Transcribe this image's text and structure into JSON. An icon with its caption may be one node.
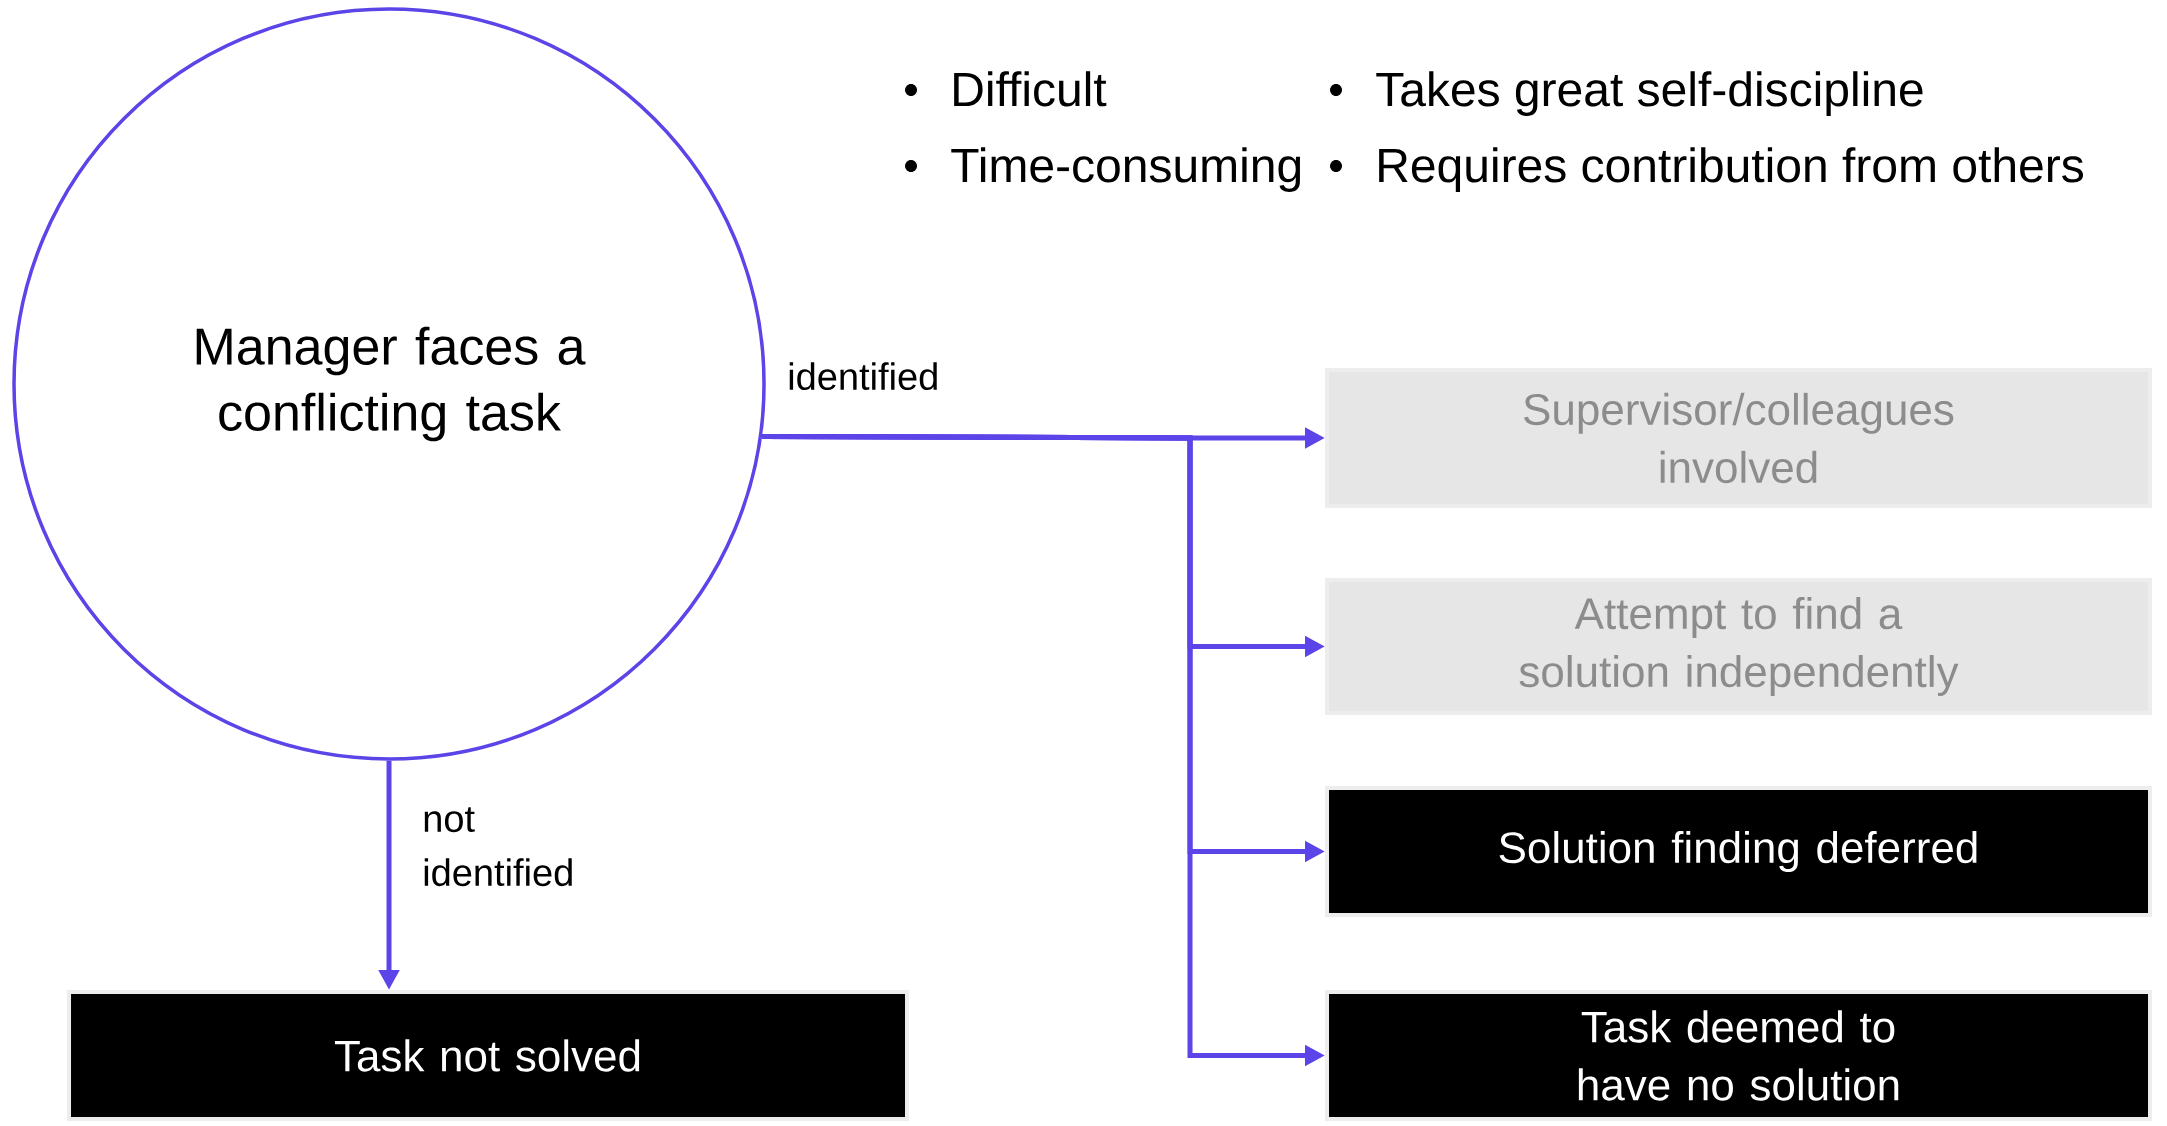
{
  "diagram": {
    "nodes": [
      {
        "text": [
          "Manager faces a conflicting task"
        ]
      },
      {
        "text": [
          "Supervisor/colleagues involved"
        ]
      },
      {
        "text": [
          "Attempt to find a solution independently"
        ]
      },
      {
        "text": [
          "Solution finding deferred"
        ]
      },
      {
        "text": [
          "Task deemed to have no solution"
        ]
      },
      {
        "text": [
          "Task not solved"
        ]
      }
    ],
    "edges": [
      {
        "from": 0,
        "to": 1,
        "arrow": "to",
        "label": "identified"
      },
      {
        "from": 0,
        "to": 2,
        "arrow": "to"
      },
      {
        "from": 0,
        "to": 3,
        "arrow": "to"
      },
      {
        "from": 0,
        "to": 4,
        "arrow": "to"
      },
      {
        "from": 0,
        "to": 5,
        "arrow": "to",
        "label": "not identified"
      }
    ],
    "labels": [
      "Difficult",
      "Takes great self-discipline",
      "Time-consuming",
      "Requires contribution from others"
    ]
  }
}
